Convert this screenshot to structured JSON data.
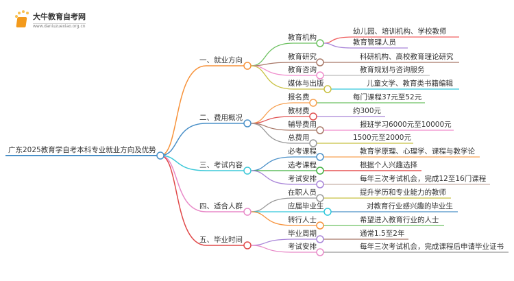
{
  "logo": {
    "name": "大牛教育自考网",
    "url": "www.daniuzuexiao.org.cn"
  },
  "root": {
    "label": "广东2025教育学自考本科专业就业方向及优势",
    "color": "#4a90c8"
  },
  "branches": [
    {
      "label": "一、就业方向",
      "color": "#f7923a",
      "children": [
        {
          "label": "教育机构",
          "color": "#6cc060",
          "leaves": [
            {
              "label": "幼儿园、培训机构、学校教师",
              "color": "#f06060"
            },
            {
              "label": "教育管理人员",
              "color": "#a884d8"
            }
          ]
        },
        {
          "label": "教育研究",
          "color": "#a87868",
          "leaves": [
            {
              "label": "科研机构、高校教育理论研究",
              "color": "#a87868"
            }
          ]
        },
        {
          "label": "教育咨询",
          "color": "#f08ccc",
          "leaves": [
            {
              "label": "教育规划与咨询服务",
              "color": "#bbbbbb"
            }
          ]
        },
        {
          "label": "媒体与出版",
          "color": "#c8c040",
          "leaves": [
            {
              "label": "儿童文学、教育类书籍编辑",
              "color": "#30c8dc"
            }
          ]
        }
      ]
    },
    {
      "label": "二、费用概况",
      "color": "#4a90c8",
      "children": [
        {
          "label": "报名费",
          "color": "#f7a050",
          "leaves": [
            {
              "label": "每门课程37元至52元",
              "color": "#6cc060"
            }
          ]
        },
        {
          "label": "教材费",
          "color": "#e05050",
          "leaves": [
            {
              "label": "约300元",
              "color": "#a884d8"
            }
          ]
        },
        {
          "label": "辅导费用",
          "color": "#a87868",
          "leaves": [
            {
              "label": "报班学习6000元至10000元",
              "color": "#f08ccc"
            }
          ]
        },
        {
          "label": "总费用",
          "color": "#999999",
          "leaves": [
            {
              "label": "1500元至2000元",
              "color": "#c8c040"
            }
          ]
        }
      ]
    },
    {
      "label": "三、考试内容",
      "color": "#3cc8d8",
      "children": [
        {
          "label": "必考课程",
          "color": "#4a90c8",
          "leaves": [
            {
              "label": "教育学原理、心理学、课程与教学论",
              "color": "#f7a050"
            }
          ]
        },
        {
          "label": "选考课程",
          "color": "#40b040",
          "leaves": [
            {
              "label": "根据个人兴趣选择",
              "color": "#e03030"
            }
          ]
        },
        {
          "label": "考试安排",
          "color": "#a884d8",
          "leaves": [
            {
              "label": "每年三次考试机会，完成12至16门课程",
              "color": "#c8b0a8"
            }
          ]
        }
      ]
    },
    {
      "label": "四、适合人群",
      "color": "#e88ac8",
      "children": [
        {
          "label": "在职人员",
          "color": "#999999",
          "leaves": [
            {
              "label": "提升学历和专业能力的教师",
              "color": "#c8c040"
            }
          ]
        },
        {
          "label": "应届毕业生",
          "color": "#30c8dc",
          "leaves": [
            {
              "label": "对教育行业感兴趣的毕业生",
              "color": "#4a90c8"
            }
          ]
        },
        {
          "label": "转行人士",
          "color": "#f7923a",
          "leaves": [
            {
              "label": "希望进入教育行业的人士",
              "color": "#6cc060"
            }
          ]
        }
      ]
    },
    {
      "label": "五、毕业时间",
      "color": "#e04848",
      "children": [
        {
          "label": "毕业周期",
          "color": "#a884d8",
          "leaves": [
            {
              "label": "通常1.5至2年",
              "color": "#a87868"
            }
          ]
        },
        {
          "label": "考试安排",
          "color": "#e88ac8",
          "leaves": [
            {
              "label": "每年三次考试机会，完成课程后申请毕业证书",
              "color": "#999999"
            }
          ]
        }
      ]
    }
  ]
}
